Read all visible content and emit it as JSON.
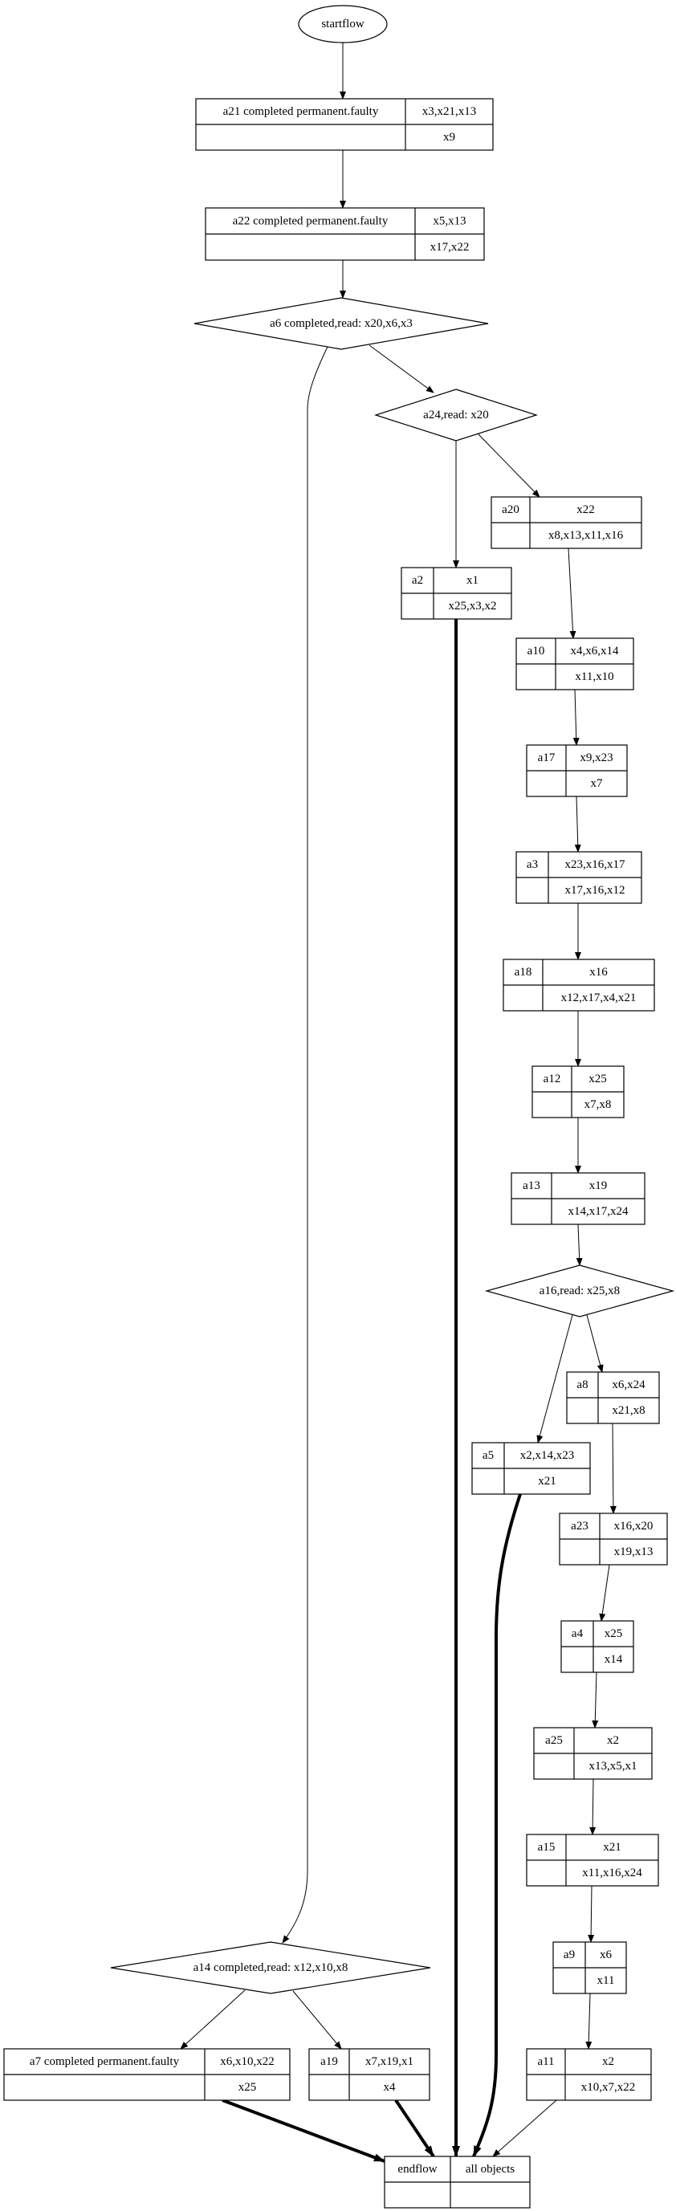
{
  "diagram": {
    "start": {
      "id": "startflow",
      "label": "startflow"
    },
    "nodes": [
      {
        "id": "a21",
        "kind": "record",
        "name": "a21 completed permanent.faulty",
        "top": "x3,x21,x13",
        "bottom": "x9"
      },
      {
        "id": "a22",
        "kind": "record",
        "name": "a22 completed permanent.faulty",
        "top": "x5,x13",
        "bottom": "x17,x22"
      },
      {
        "id": "a6",
        "kind": "decision",
        "label": "a6 completed,read: x20,x6,x3"
      },
      {
        "id": "a24",
        "kind": "decision",
        "label": "a24,read: x20"
      },
      {
        "id": "a20",
        "kind": "record",
        "name": "a20",
        "top": "x22",
        "bottom": "x8,x13,x11,x16"
      },
      {
        "id": "a2",
        "kind": "record",
        "name": "a2",
        "top": "x1",
        "bottom": "x25,x3,x2"
      },
      {
        "id": "a10",
        "kind": "record",
        "name": "a10",
        "top": "x4,x6,x14",
        "bottom": "x11,x10"
      },
      {
        "id": "a17",
        "kind": "record",
        "name": "a17",
        "top": "x9,x23",
        "bottom": "x7"
      },
      {
        "id": "a3",
        "kind": "record",
        "name": "a3",
        "top": "x23,x16,x17",
        "bottom": "x17,x16,x12"
      },
      {
        "id": "a18",
        "kind": "record",
        "name": "a18",
        "top": "x16",
        "bottom": "x12,x17,x4,x21"
      },
      {
        "id": "a12",
        "kind": "record",
        "name": "a12",
        "top": "x25",
        "bottom": "x7,x8"
      },
      {
        "id": "a13",
        "kind": "record",
        "name": "a13",
        "top": "x19",
        "bottom": "x14,x17,x24"
      },
      {
        "id": "a16",
        "kind": "decision",
        "label": "a16,read: x25,x8"
      },
      {
        "id": "a8",
        "kind": "record",
        "name": "a8",
        "top": "x6,x24",
        "bottom": "x21,x8"
      },
      {
        "id": "a5",
        "kind": "record",
        "name": "a5",
        "top": "x2,x14,x23",
        "bottom": "x21"
      },
      {
        "id": "a23",
        "kind": "record",
        "name": "a23",
        "top": "x16,x20",
        "bottom": "x19,x13"
      },
      {
        "id": "a4",
        "kind": "record",
        "name": "a4",
        "top": "x25",
        "bottom": "x14"
      },
      {
        "id": "a25",
        "kind": "record",
        "name": "a25",
        "top": "x2",
        "bottom": "x13,x5,x1"
      },
      {
        "id": "a15",
        "kind": "record",
        "name": "a15",
        "top": "x21",
        "bottom": "x11,x16,x24"
      },
      {
        "id": "a9",
        "kind": "record",
        "name": "a9",
        "top": "x6",
        "bottom": "x11"
      },
      {
        "id": "a11",
        "kind": "record",
        "name": "a11",
        "top": "x2",
        "bottom": "x10,x7,x22"
      },
      {
        "id": "a14",
        "kind": "decision",
        "label": "a14 completed,read: x12,x10,x8"
      },
      {
        "id": "a7",
        "kind": "record",
        "name": "a7 completed permanent.faulty",
        "top": "x6,x10,x22",
        "bottom": "x25"
      },
      {
        "id": "a19",
        "kind": "record",
        "name": "a19",
        "top": "x7,x19,x1",
        "bottom": "x4"
      }
    ],
    "end": {
      "id": "endflow",
      "name": "endflow",
      "top": "all objects",
      "bottom": ""
    },
    "edges": [
      {
        "from": "startflow",
        "to": "a21",
        "bold": false
      },
      {
        "from": "a21",
        "to": "a22",
        "bold": false
      },
      {
        "from": "a22",
        "to": "a6",
        "bold": false
      },
      {
        "from": "a6",
        "to": "a24",
        "bold": false
      },
      {
        "from": "a6",
        "to": "a14",
        "bold": false
      },
      {
        "from": "a24",
        "to": "a2",
        "bold": false
      },
      {
        "from": "a24",
        "to": "a20",
        "bold": false
      },
      {
        "from": "a20",
        "to": "a10",
        "bold": false
      },
      {
        "from": "a10",
        "to": "a17",
        "bold": false
      },
      {
        "from": "a17",
        "to": "a3",
        "bold": false
      },
      {
        "from": "a3",
        "to": "a18",
        "bold": false
      },
      {
        "from": "a18",
        "to": "a12",
        "bold": false
      },
      {
        "from": "a12",
        "to": "a13",
        "bold": false
      },
      {
        "from": "a13",
        "to": "a16",
        "bold": false
      },
      {
        "from": "a16",
        "to": "a5",
        "bold": false
      },
      {
        "from": "a16",
        "to": "a8",
        "bold": false
      },
      {
        "from": "a8",
        "to": "a23",
        "bold": false
      },
      {
        "from": "a23",
        "to": "a4",
        "bold": false
      },
      {
        "from": "a4",
        "to": "a25",
        "bold": false
      },
      {
        "from": "a25",
        "to": "a15",
        "bold": false
      },
      {
        "from": "a15",
        "to": "a9",
        "bold": false
      },
      {
        "from": "a9",
        "to": "a11",
        "bold": false
      },
      {
        "from": "a11",
        "to": "endflow",
        "bold": false
      },
      {
        "from": "a14",
        "to": "a7",
        "bold": false
      },
      {
        "from": "a14",
        "to": "a19",
        "bold": false
      },
      {
        "from": "a7",
        "to": "endflow",
        "bold": true
      },
      {
        "from": "a19",
        "to": "endflow",
        "bold": true
      },
      {
        "from": "a2",
        "to": "endflow",
        "bold": true
      },
      {
        "from": "a5",
        "to": "endflow",
        "bold": true
      }
    ]
  }
}
